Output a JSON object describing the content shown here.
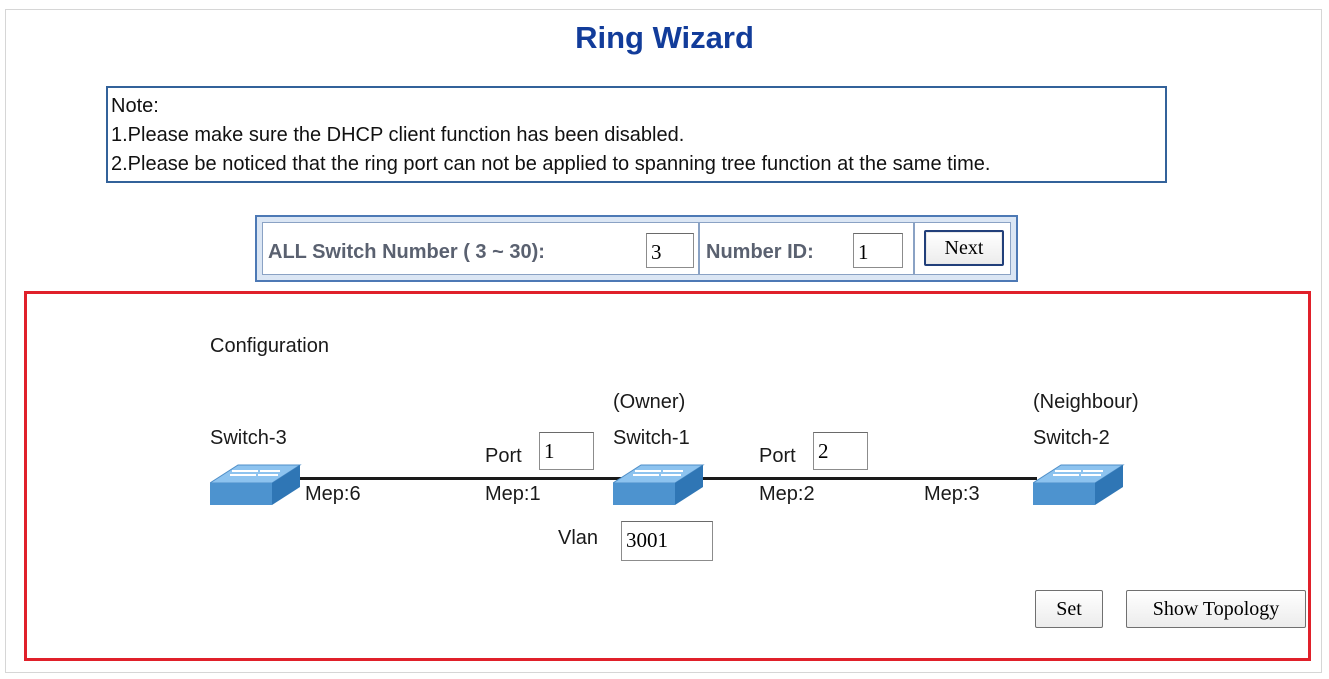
{
  "page_title": "Ring Wizard",
  "note": {
    "heading": "Note:",
    "lines": [
      "1.Please make sure the DHCP client function has been disabled.",
      "2.Please be noticed that the ring port can not be applied to spanning tree function at the same time."
    ]
  },
  "wizard": {
    "switch_number_label": "ALL Switch Number ( 3 ~ 30):",
    "switch_number_value": "3",
    "number_id_label": "Number ID:",
    "number_id_value": "1",
    "next_button": "Next"
  },
  "configuration": {
    "heading": "Configuration",
    "switch_3": {
      "name": "Switch-3",
      "mep": "Mep:6"
    },
    "switch_1": {
      "role": "(Owner)",
      "name": "Switch-1",
      "left_port_label": "Port",
      "left_port_value": "1",
      "left_mep": "Mep:1",
      "right_port_label": "Port",
      "right_port_value": "2",
      "right_mep": "Mep:2",
      "vlan_label": "Vlan",
      "vlan_value": "3001"
    },
    "switch_2": {
      "role": "(Neighbour)",
      "name": "Switch-2",
      "mep": "Mep:3"
    },
    "set_button": "Set",
    "show_topology_button": "Show Topology"
  },
  "colors": {
    "title": "#123c9a",
    "note_border": "#33629a",
    "wizard_border": "#4d79b5",
    "config_border": "#e0202a",
    "switch_top": "#8dc3ef",
    "switch_front": "#4d93cf"
  },
  "icons": [
    "network-switch-icon"
  ]
}
